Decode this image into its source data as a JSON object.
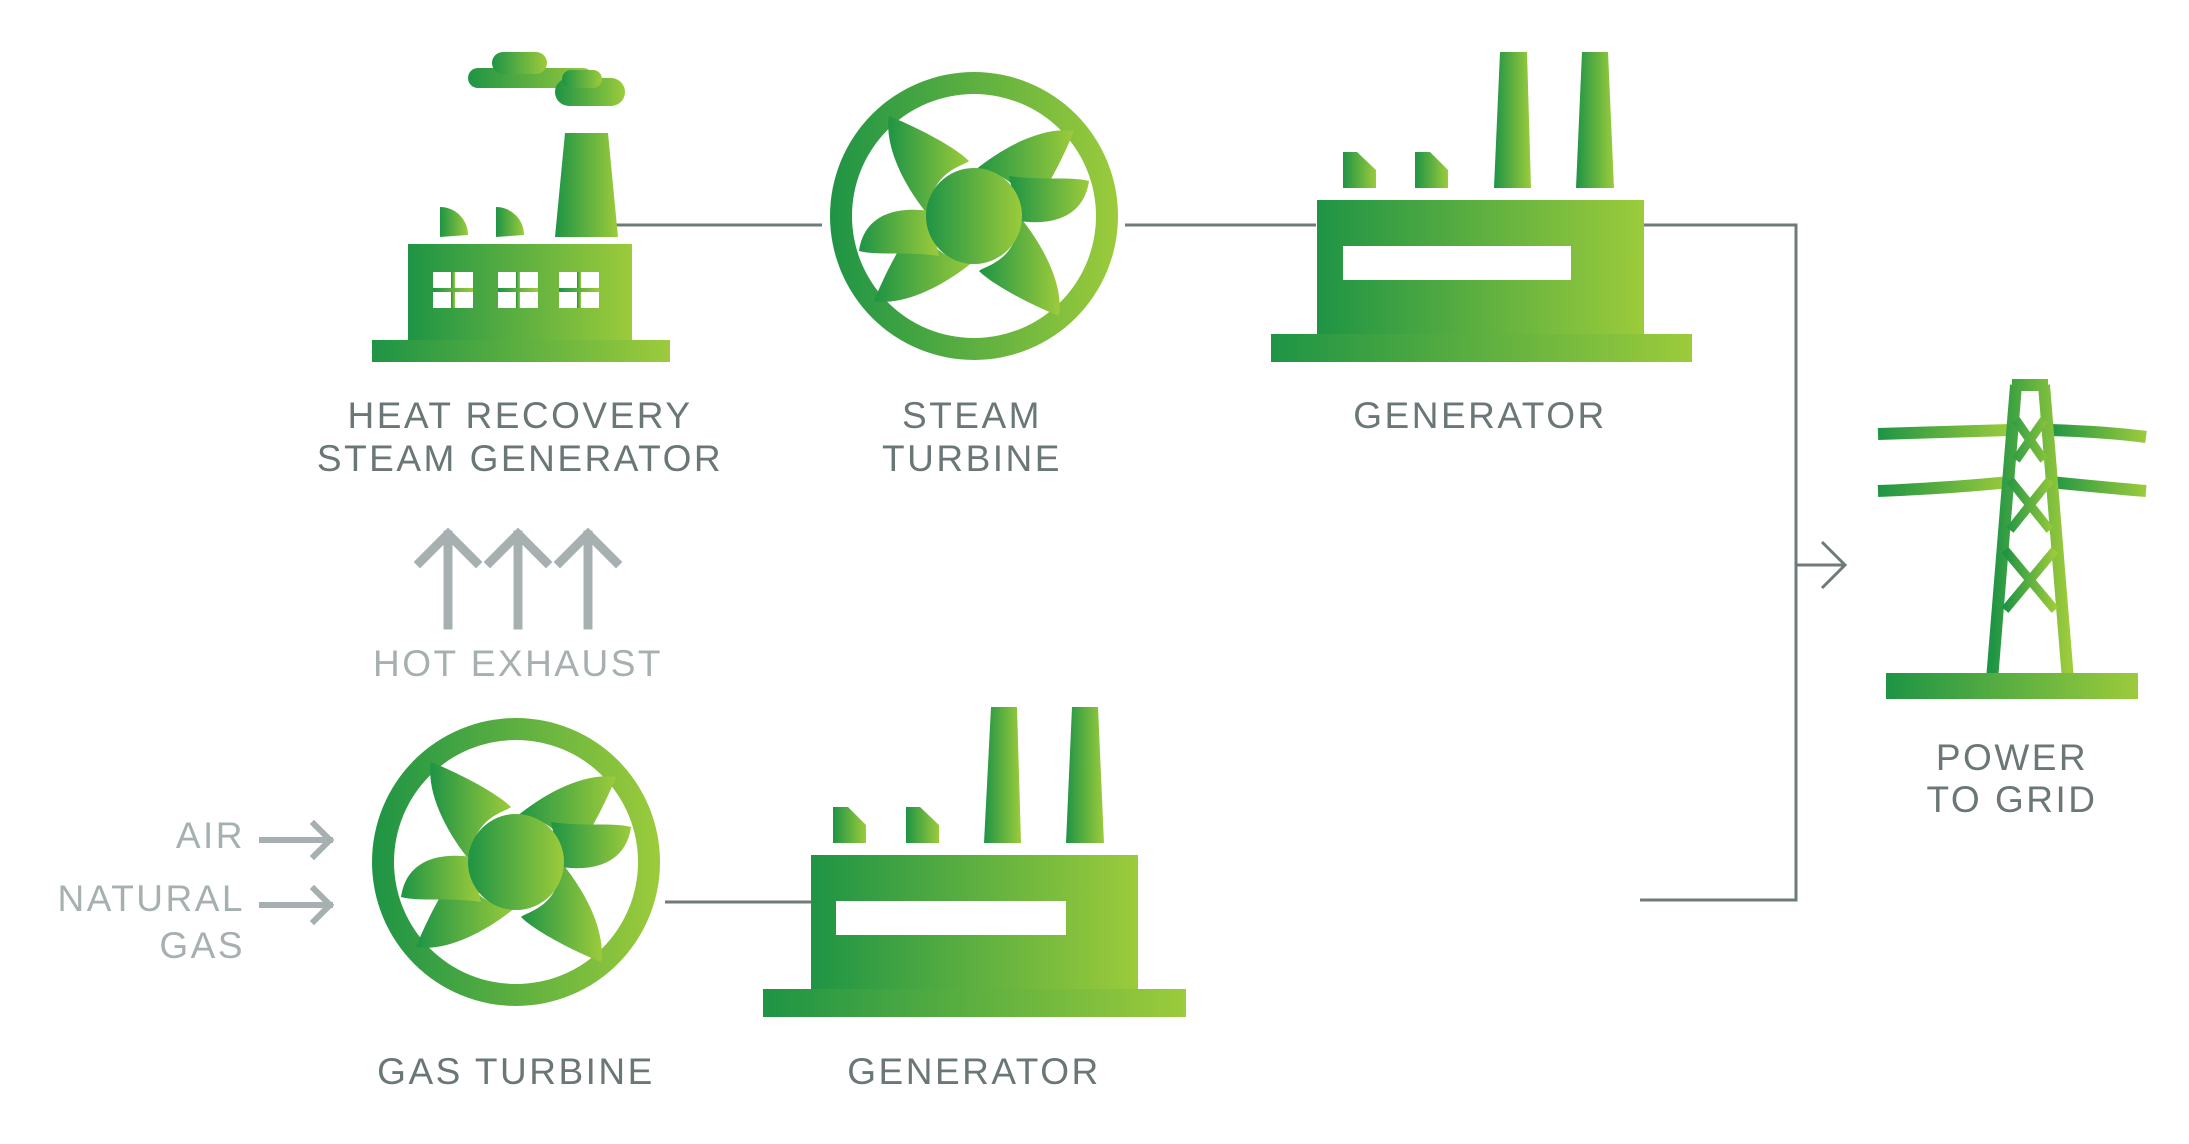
{
  "labels": {
    "hrsg_line1": "HEAT RECOVERY",
    "hrsg_line2": "STEAM GENERATOR",
    "steam_turbine_line1": "STEAM",
    "steam_turbine_line2": "TURBINE",
    "generator_top": "GENERATOR",
    "generator_bottom": "GENERATOR",
    "gas_turbine": "GAS TURBINE",
    "hot_exhaust": "HOT EXHAUST",
    "air": "AIR",
    "natural_gas_line1": "NATURAL",
    "natural_gas_line2": "GAS",
    "power_line1": "POWER",
    "power_line2": "TO GRID"
  },
  "icons": {
    "hrsg": "factory-icon",
    "steam_turbine": "turbine-icon",
    "generator_top": "generator-icon",
    "gas_turbine": "turbine-icon",
    "generator_bottom": "generator-icon",
    "power_tower": "transmission-tower-icon",
    "exhaust_arrows": "up-arrow-icon",
    "input_arrows": "right-arrow-icon"
  },
  "colors": {
    "gradient_start": "#1e9445",
    "gradient_end": "#9ccb3b",
    "label_dark": "#6b7677",
    "label_light": "#a7b0b1",
    "connector": "#6f7a7b"
  }
}
